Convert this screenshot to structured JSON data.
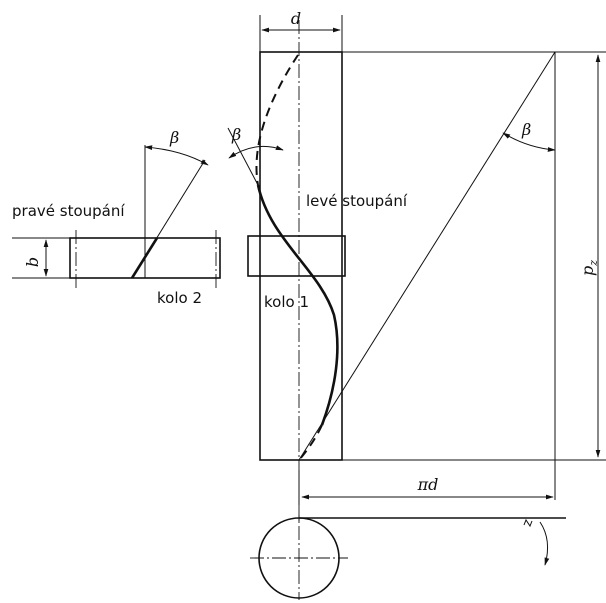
{
  "labels": {
    "d": "d",
    "beta_1": "β",
    "beta_2": "β",
    "beta_3": "β",
    "b": "b",
    "pz_p": "p",
    "pz_sub": "z",
    "pi_d": "πd",
    "right_lead": "pravé stoupání",
    "left_lead": "levé stoupání",
    "gear_2": "kolo 2",
    "gear_1": "kolo 1"
  }
}
